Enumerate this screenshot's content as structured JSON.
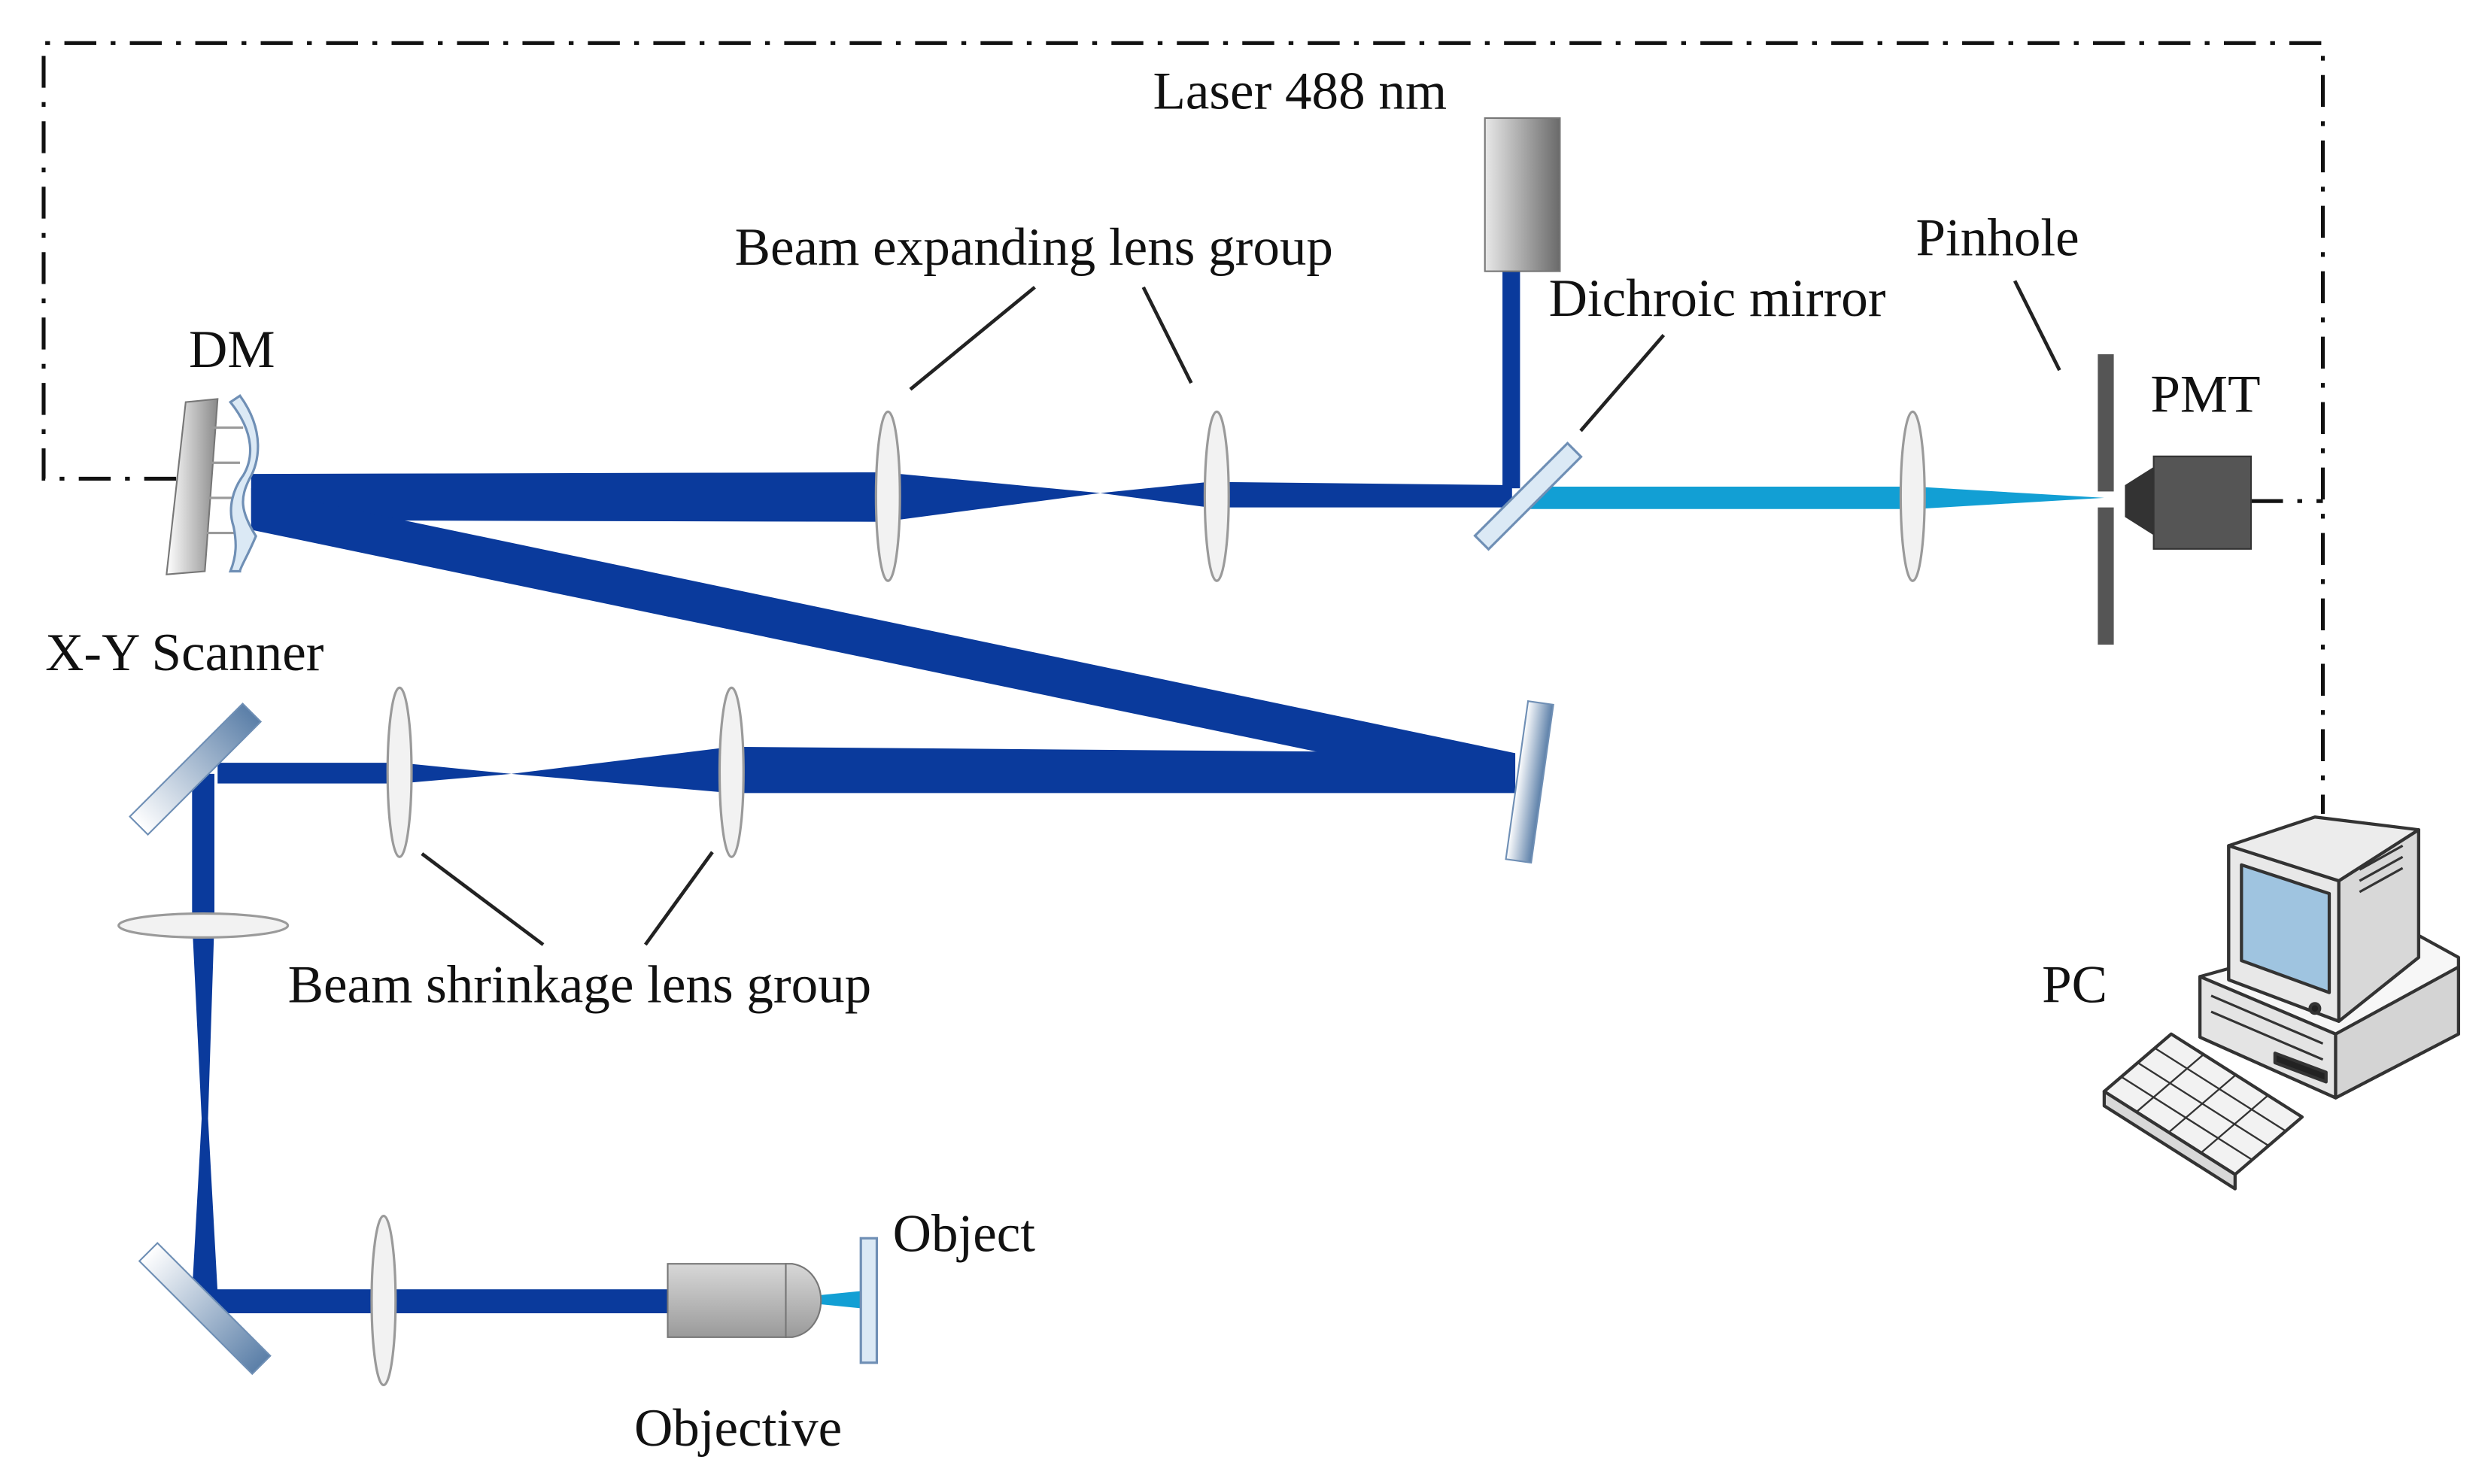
{
  "labels": {
    "laser": "Laser 488 nm",
    "beam_expanding": "Beam expanding lens group",
    "dichroic_mirror": "Dichroic mirror",
    "pinhole": "Pinhole",
    "pmt": "PMT",
    "dm": "DM",
    "xy_scanner": "X-Y Scanner",
    "beam_shrinkage": "Beam shrinkage lens group",
    "pc": "PC",
    "object": "Object",
    "objective": "Objective"
  },
  "colors": {
    "excitation_beam": "#0a3a9c",
    "emission_beam": "#129fd4",
    "lens_fill": "#f2f2f2",
    "mirror_blue": "#6f8fb5",
    "dark_component": "#555555"
  }
}
